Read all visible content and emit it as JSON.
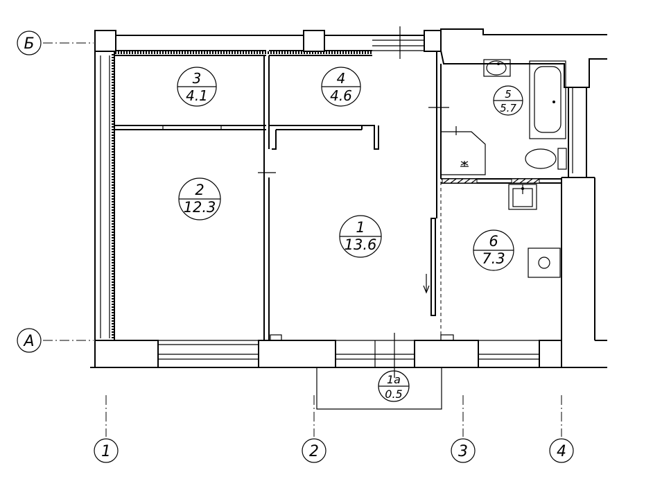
{
  "axes": {
    "horizontal": [
      {
        "id": "axis-b",
        "label": "Б"
      },
      {
        "id": "axis-a",
        "label": "А"
      }
    ],
    "vertical": [
      {
        "id": "axis-1",
        "label": "1"
      },
      {
        "id": "axis-2",
        "label": "2"
      },
      {
        "id": "axis-3",
        "label": "3"
      },
      {
        "id": "axis-4",
        "label": "4"
      }
    ]
  },
  "rooms": [
    {
      "id": "room-1",
      "number": "1",
      "area": "13.6"
    },
    {
      "id": "room-1a",
      "number": "1а",
      "area": "0.5"
    },
    {
      "id": "room-2",
      "number": "2",
      "area": "12.3"
    },
    {
      "id": "room-3",
      "number": "3",
      "area": "4.1"
    },
    {
      "id": "room-4",
      "number": "4",
      "area": "4.6"
    },
    {
      "id": "room-5",
      "number": "5",
      "area": "5.7"
    },
    {
      "id": "room-6",
      "number": "6",
      "area": "7.3"
    }
  ],
  "fixtures": [
    {
      "id": "bathtub",
      "name": "bathtub-icon"
    },
    {
      "id": "washbasin",
      "name": "washbasin-icon"
    },
    {
      "id": "toilet",
      "name": "toilet-icon"
    },
    {
      "id": "kitchen-sink",
      "name": "kitchen-sink-icon"
    },
    {
      "id": "stove",
      "name": "stove-icon"
    },
    {
      "id": "shower-cabin",
      "name": "shower-icon"
    }
  ]
}
